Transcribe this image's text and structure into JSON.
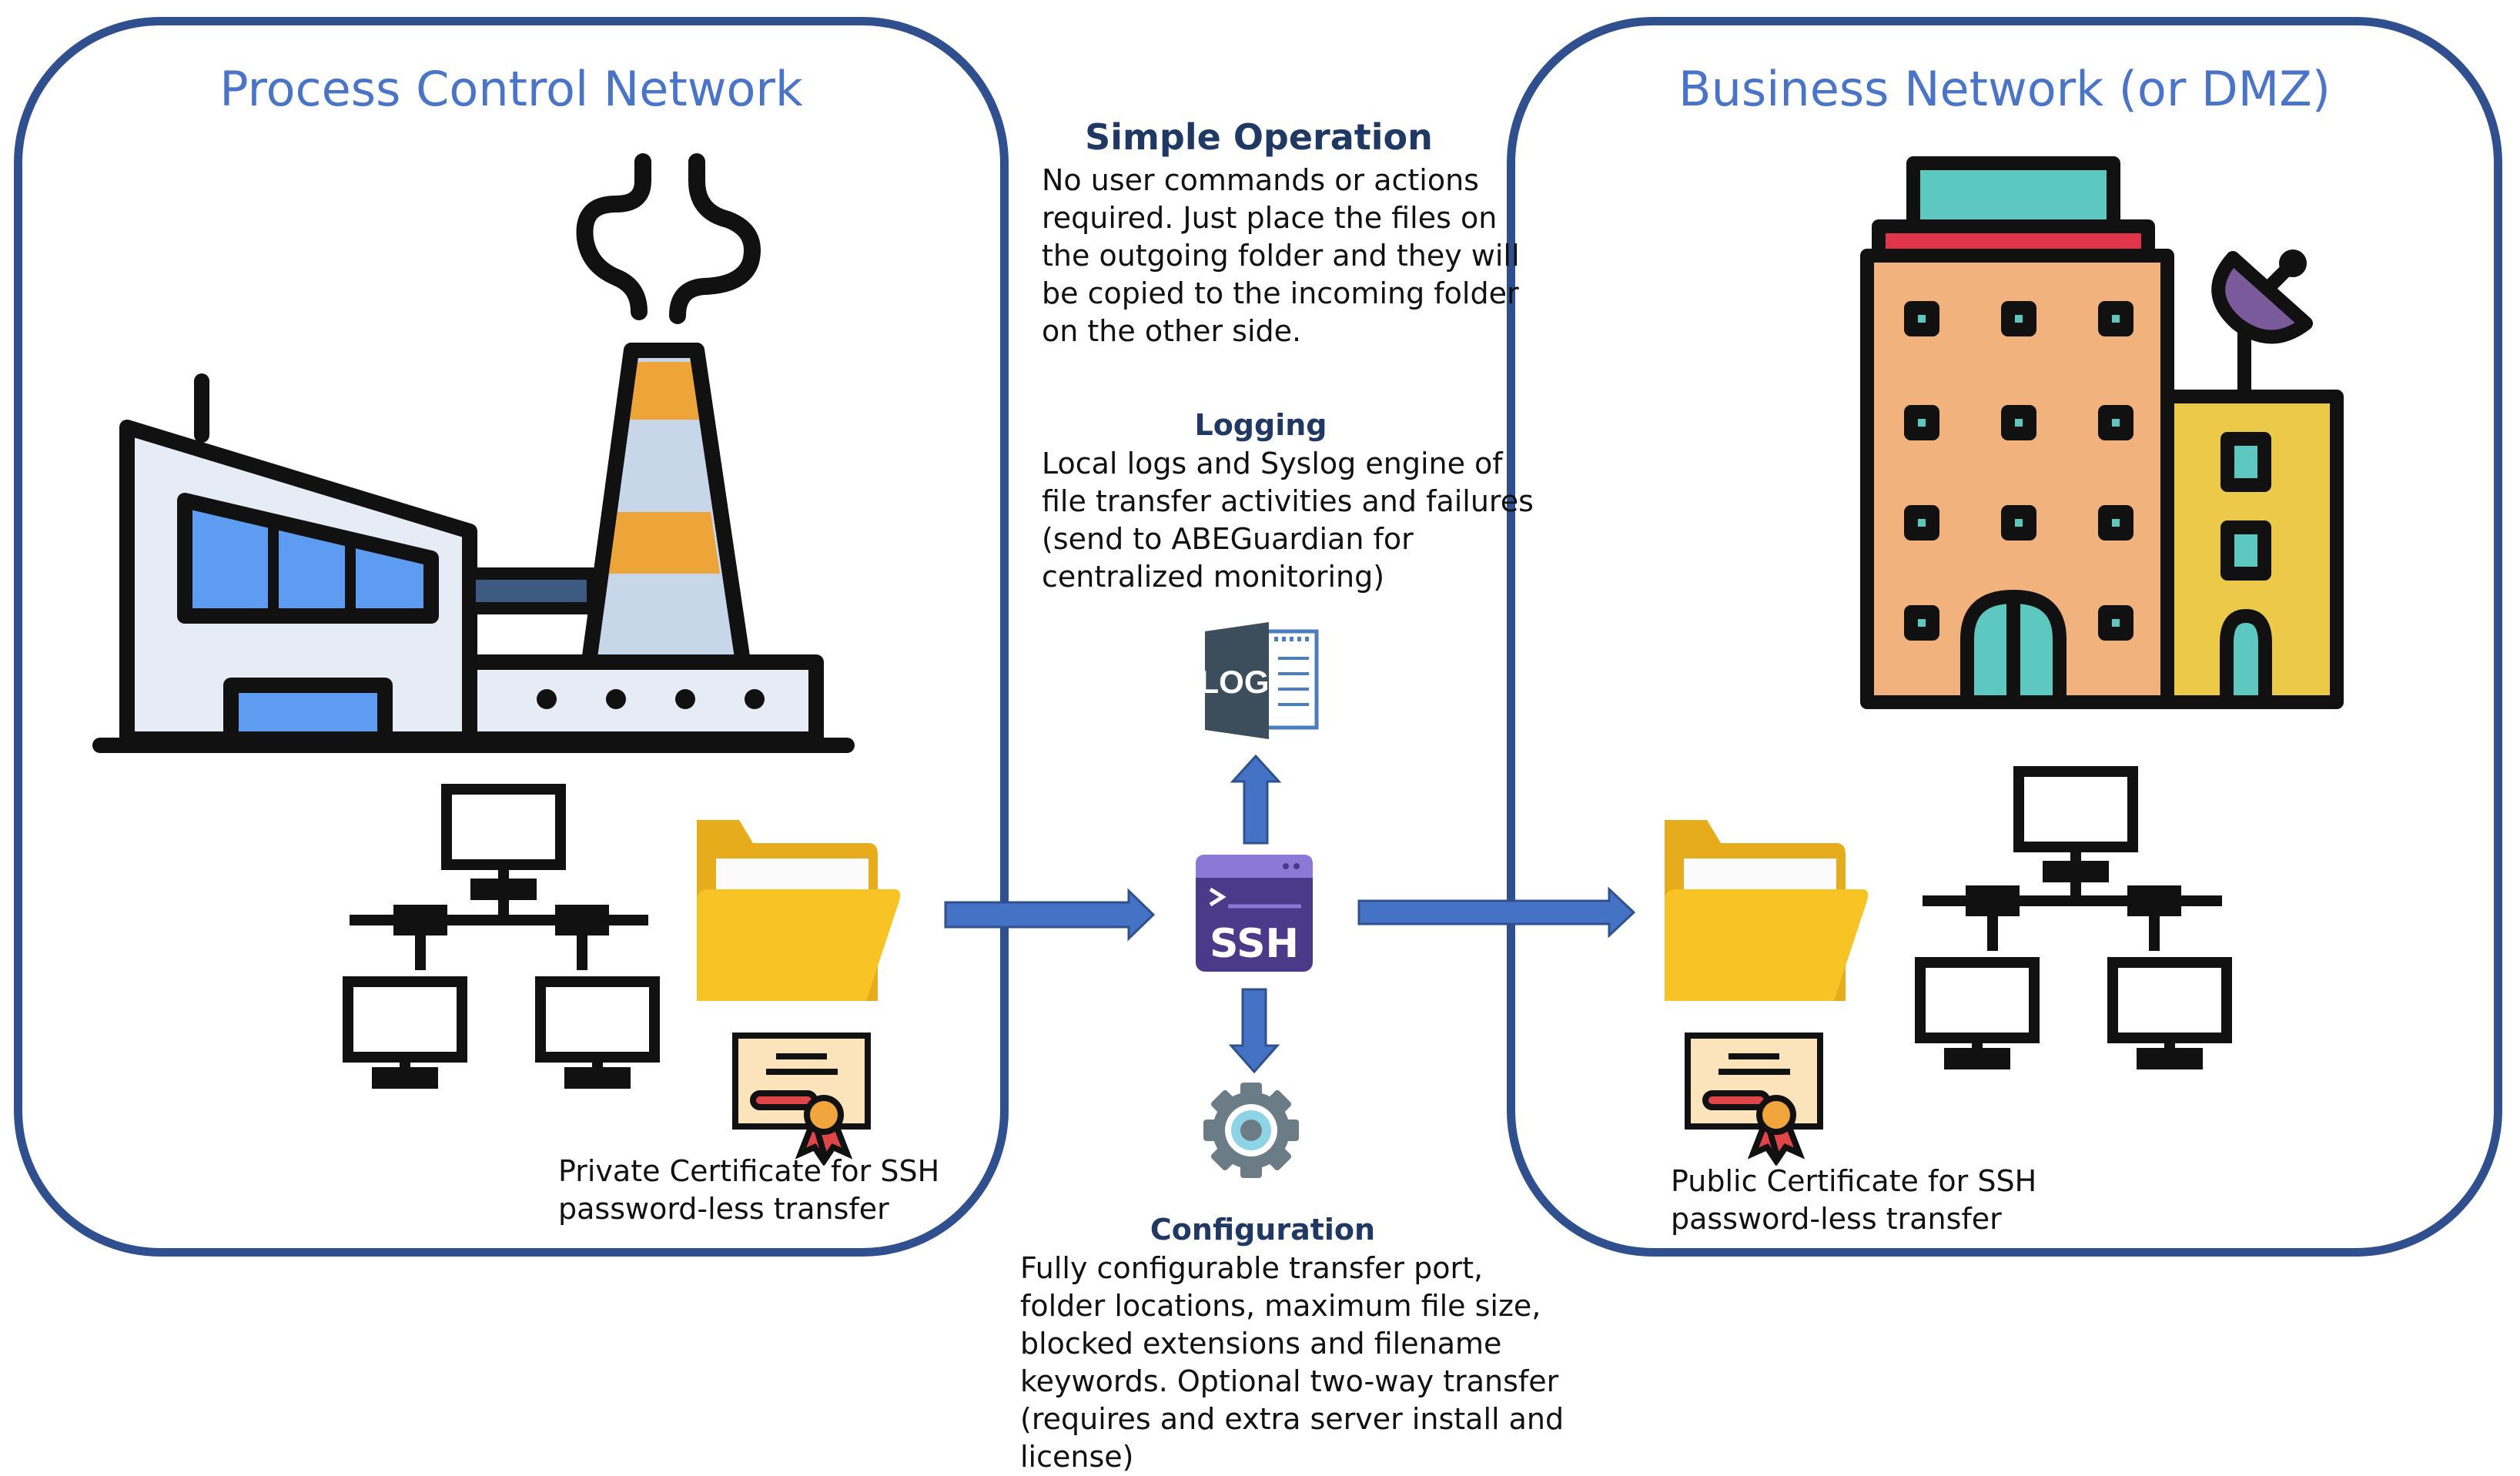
{
  "zones": {
    "left_title": "Process Control Network",
    "right_title": "Business Network (or DMZ)"
  },
  "left_certificate": {
    "lines": [
      "Private Certificate for SSH",
      "password-less transfer"
    ]
  },
  "right_certificate": {
    "lines": [
      "Public Certificate for SSH",
      "password-less transfer"
    ]
  },
  "simple_operation": {
    "title": "Simple Operation",
    "lines": [
      "No user commands or actions",
      "required. Just place the files on",
      "the outgoing folder and they will",
      "be copied to the incoming folder",
      "on the other side."
    ]
  },
  "logging": {
    "title": "Logging",
    "lines": [
      "Local logs and Syslog engine of",
      "file transfer activities and failures",
      "(send to ABEGuardian for",
      "centralized monitoring)"
    ]
  },
  "configuration": {
    "title": "Configuration",
    "lines": [
      "Fully configurable transfer port,",
      "folder locations, maximum file size,",
      "blocked extensions and filename",
      "keywords. Optional two-way transfer",
      "(requires and extra server install and",
      "license)"
    ]
  },
  "icons": {
    "log_label": "LOG",
    "ssh_label": "SSH",
    "list": [
      "factory-icon",
      "office-building-icon",
      "network-computers-icon",
      "folder-icon",
      "certificate-icon",
      "log-file-icon",
      "ssh-terminal-icon",
      "gear-icon",
      "arrow-icon"
    ]
  },
  "colors": {
    "frame": "#2f4f8f",
    "zone_title": "#4a74c7",
    "heading": "#1f3864",
    "arrow": "#4472c4",
    "folder": "#f7c325",
    "ssh_purple": "#4b3a8a"
  }
}
